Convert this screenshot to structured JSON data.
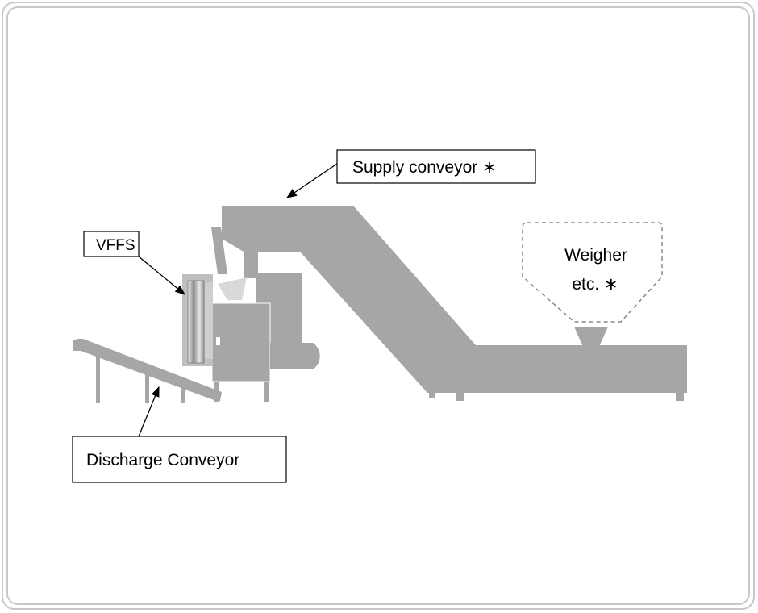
{
  "diagram": {
    "labels": {
      "supply": "Supply conveyor ∗",
      "vffs": "VFFS",
      "weigher_line1": "Weigher",
      "weigher_line2": "etc. ∗",
      "discharge": "Discharge Conveyor"
    },
    "colors": {
      "machine": "#a6a6a6",
      "machine_light": "#c4c4c4",
      "film": "#d9d9d9",
      "frame": "#c8c8c8",
      "dashed": "#888888"
    }
  }
}
